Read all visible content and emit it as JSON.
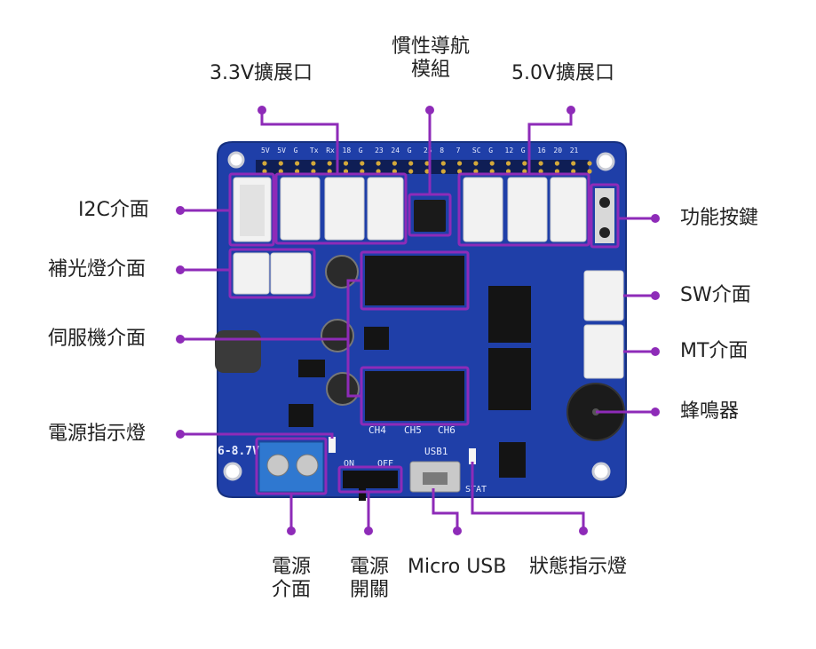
{
  "accent_color": "#8e2bb8",
  "board_color": "#1f3fa8",
  "labels": {
    "exp33": "3.3V擴展口",
    "imu_line1": "慣性導航",
    "imu_line2": "模組",
    "exp50": "5.0V擴展口",
    "i2c": "I2C介面",
    "fill_light": "補光燈介面",
    "servo": "伺服機介面",
    "power_led": "電源指示燈",
    "func_key": "功能按鍵",
    "sw": "SW介面",
    "mt": "MT介面",
    "buzzer": "蜂鳴器",
    "power_if_line1": "電源",
    "power_if_line2": "介面",
    "power_sw_line1": "電源",
    "power_sw_line2": "開關",
    "micro_usb": "Micro USB",
    "status_led": "狀態指示燈"
  },
  "silkscreen": {
    "voltage": "6-8.7V",
    "ch4": "CH4",
    "ch5": "CH5",
    "ch6": "CH6",
    "usb": "USB1",
    "on": "ON",
    "off": "OFF",
    "stat": "STAT",
    "top_pins": [
      "5V",
      "5V",
      "G",
      "Tx",
      "Rx",
      "18",
      "G",
      "23",
      "24",
      "G",
      "25",
      "8",
      "7",
      "SC",
      "G",
      "12",
      "G",
      "16",
      "20",
      "21"
    ]
  }
}
